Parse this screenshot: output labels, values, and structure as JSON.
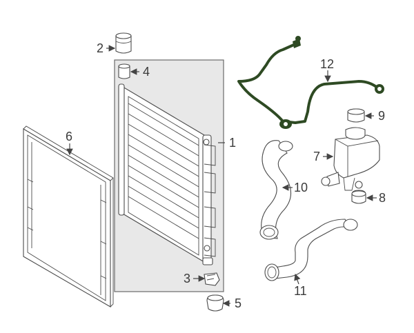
{
  "callouts": [
    "1",
    "2",
    "3",
    "4",
    "5",
    "6",
    "7",
    "8",
    "9",
    "10",
    "11",
    "12"
  ],
  "colors": {
    "line": "#4a4a4a",
    "highlight_hose": "#2e4a23",
    "panel": "#e8e8e8",
    "background": "#ffffff"
  }
}
